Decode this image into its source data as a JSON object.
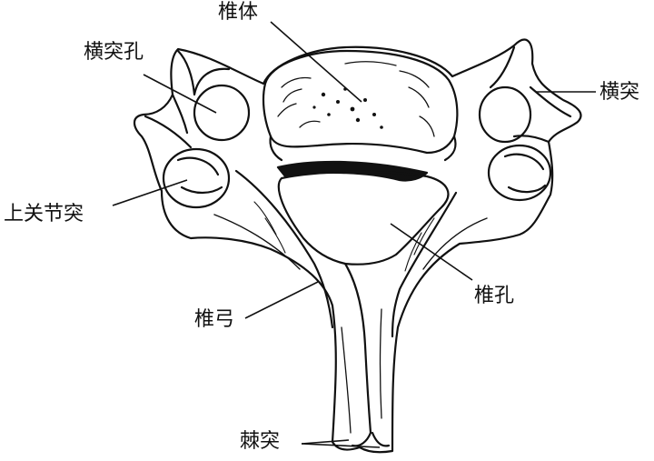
{
  "labels": {
    "vertebral_body": "椎体",
    "transverse_foramen": "横突孔",
    "transverse_process": "横突",
    "superior_articular_process": "上关节突",
    "vertebral_foramen": "椎孔",
    "vertebral_arch": "椎弓",
    "spinous_process": "棘突"
  },
  "colors": {
    "line": "#111111",
    "background": "#ffffff"
  }
}
